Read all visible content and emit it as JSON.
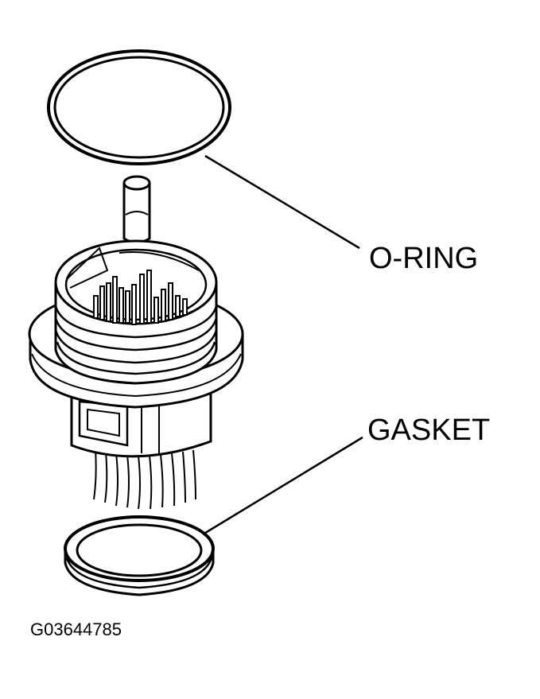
{
  "labels": {
    "oring": "O-RING",
    "gasket": "GASKET"
  },
  "figure_code": "G03644785",
  "colors": {
    "ink": "#000000",
    "paper": "#ffffff"
  }
}
